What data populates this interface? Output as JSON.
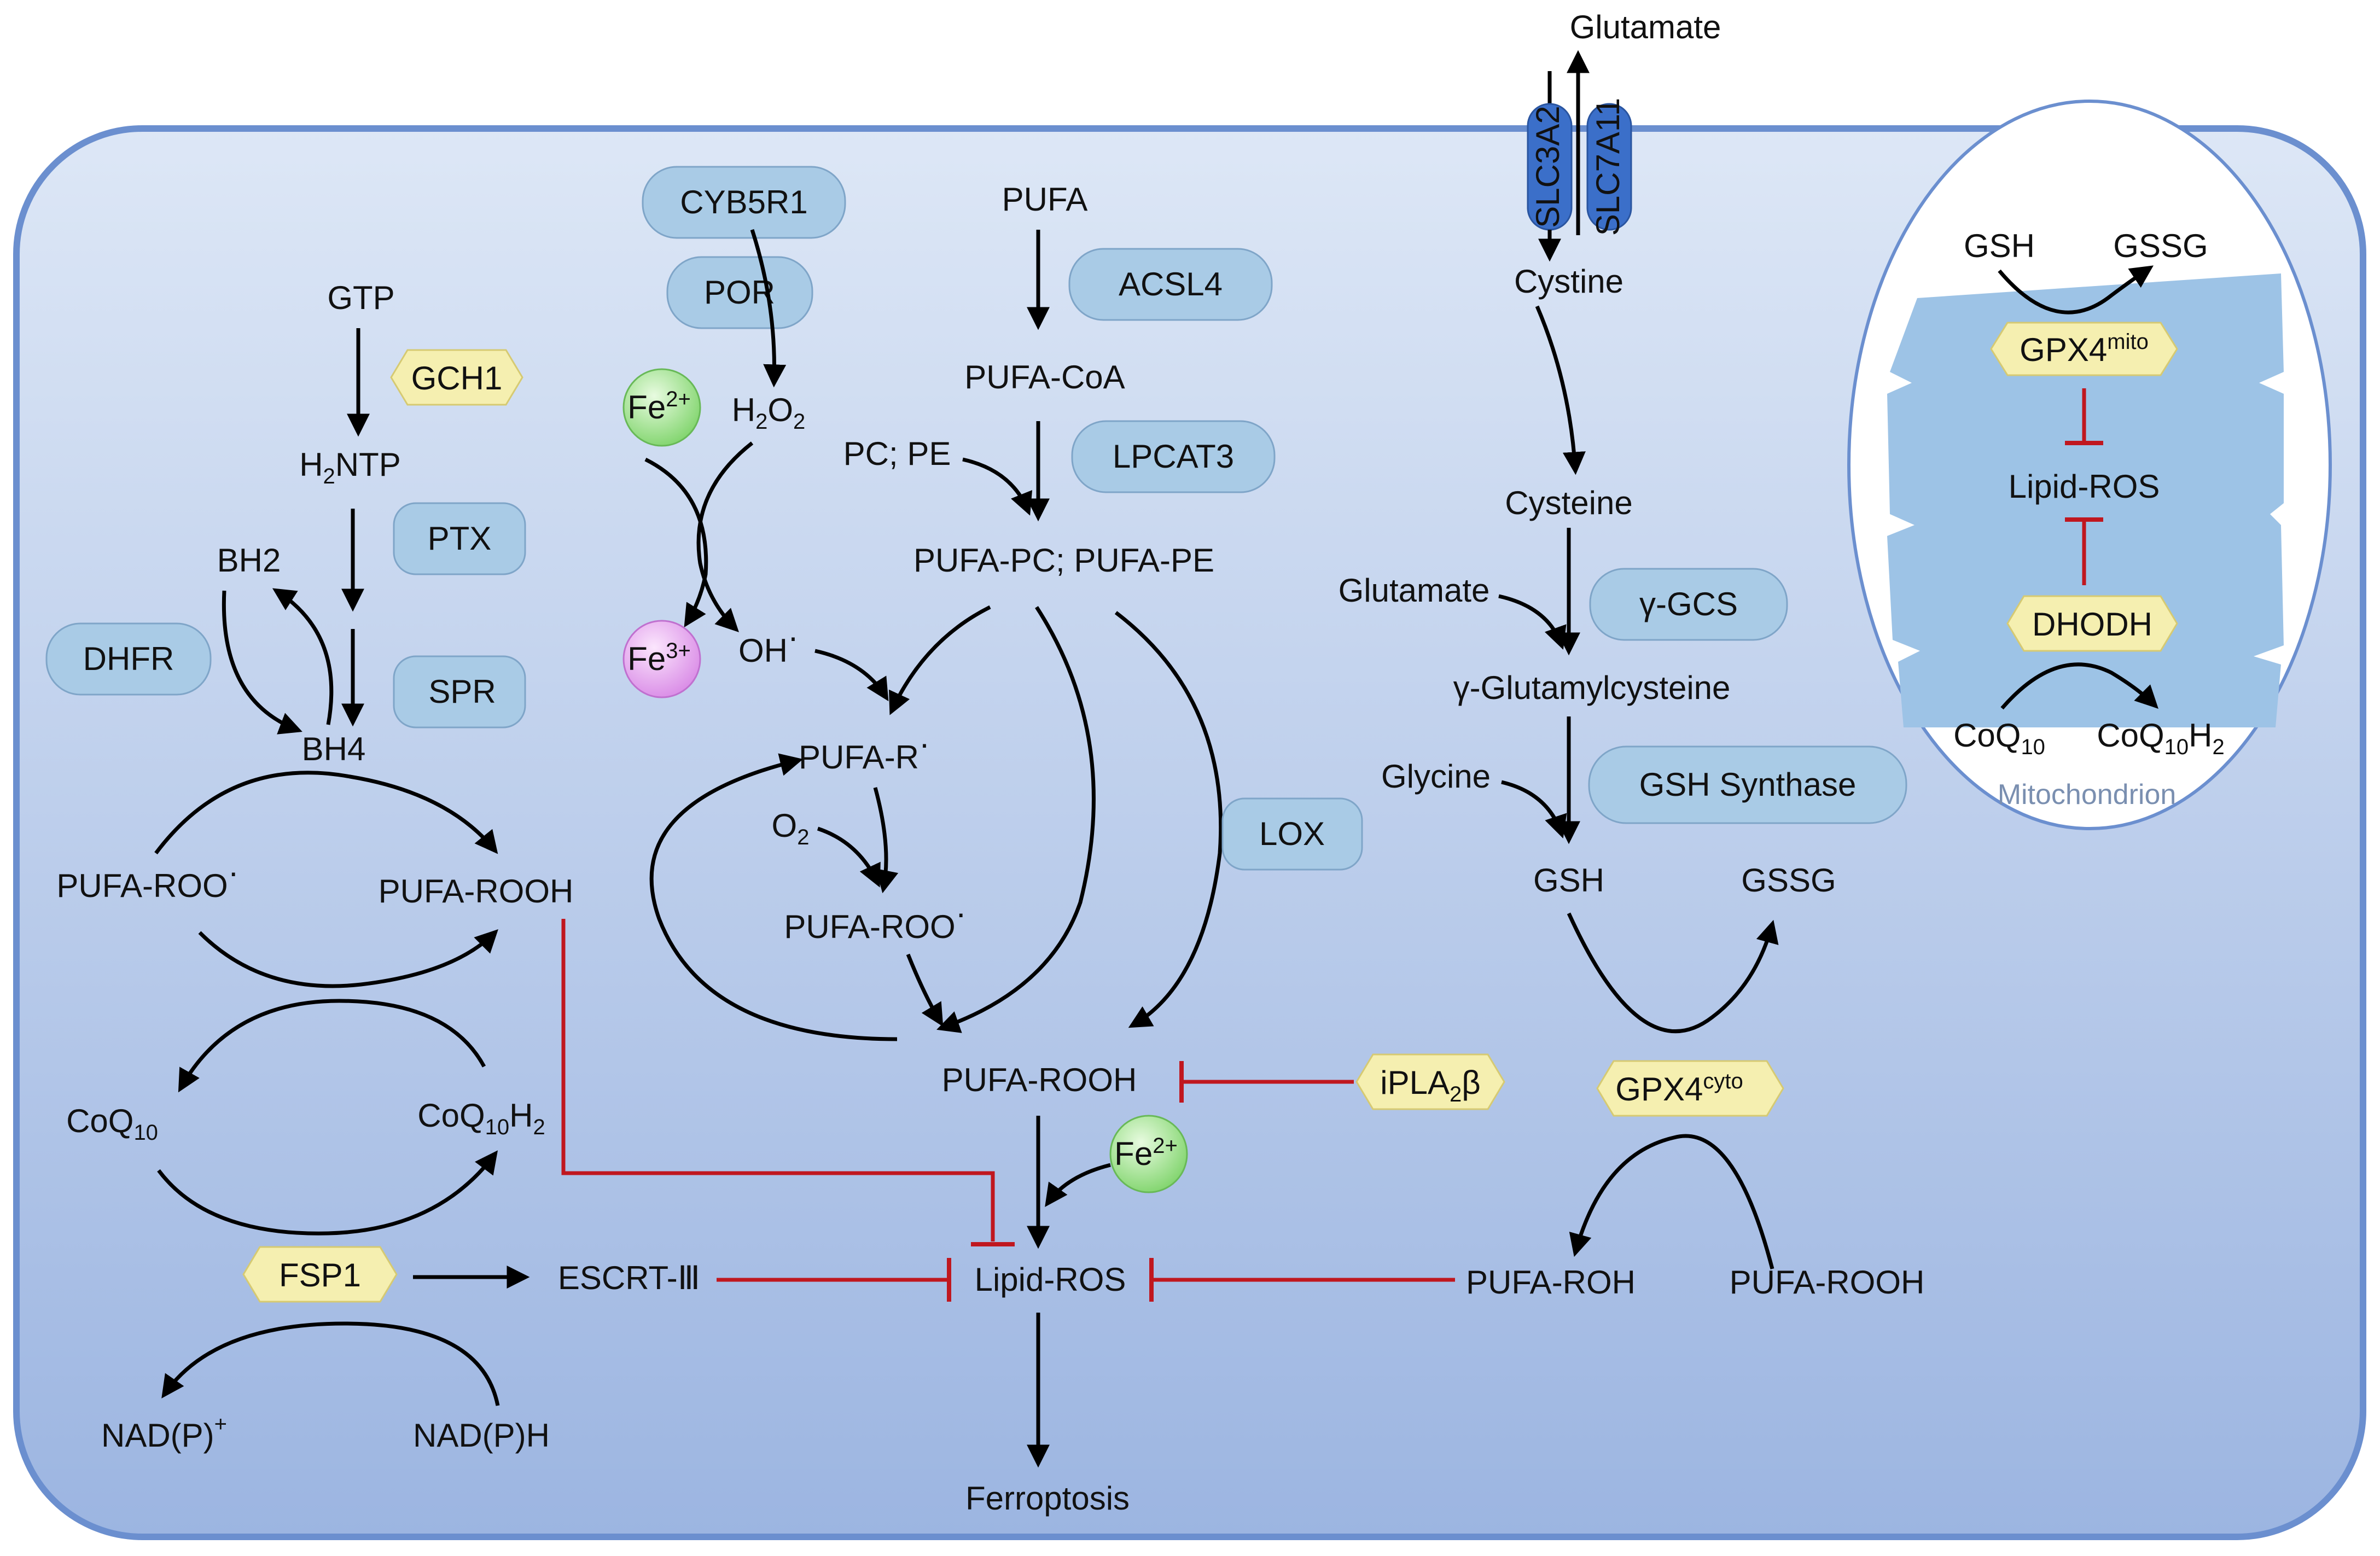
{
  "labels": {
    "glutamate_top": "Glutamate",
    "slc3a2": "SLC3A2",
    "slc7a11": "SLC7A11",
    "cystine": "Cystine",
    "cysteine": "Cysteine",
    "glutamate_mid": "Glutamate",
    "gamma_gcs": "γ-GCS",
    "gamma_glutamylcysteine": "γ-Glutamylcysteine",
    "glycine": "Glycine",
    "gsh_synthase": "GSH Synthase",
    "gsh": "GSH",
    "gssg": "GSSG",
    "gpx4_cyto": "GPX4",
    "gpx4_cyto_sup": "cyto",
    "pufa_roh": "PUFA-ROH",
    "pufa_rooh_right": "PUFA-ROOH",
    "gtp": "GTP",
    "gch1": "GCH1",
    "h2ntp": "NTP",
    "h2ntp_h": "H",
    "h2ntp_sub": "2",
    "ptx": "PTX",
    "bh2": "BH2",
    "dhfr": "DHFR",
    "spr": "SPR",
    "bh4": "BH4",
    "pufa_roo_left": "PUFA-ROO",
    "pufa_rooh_left": "PUFA-ROOH",
    "coq10_left": "CoQ",
    "coq10_sub": "10",
    "coq10h2_left": "CoQ",
    "coq10h2_sub": "10",
    "coq10h2_h": "H",
    "coq10h2_h_sub": "2",
    "fsp1": "FSP1",
    "escrt": "ESCRT-Ⅲ",
    "nadp_plus": "NAD(P)",
    "nadp_plus_sup": "+",
    "nadph": "NAD(P)H",
    "cyb5r1": "CYB5R1",
    "por": "POR",
    "fe2_top": "Fe",
    "fe2_sup": "2+",
    "h2o2_h": "H",
    "h2o2_sub": "2",
    "h2o2_o": "O",
    "h2o2_sub2": "2",
    "fe3": "Fe",
    "fe3_sup": "3+",
    "oh": "OH",
    "pufa": "PUFA",
    "acsl4": "ACSL4",
    "pufa_coa": "PUFA-CoA",
    "pc_pe": "PC; PE",
    "lpcat3": "LPCAT3",
    "pufa_pc_pe": "PUFA-PC; PUFA-PE",
    "pufa_r": "PUFA-R",
    "o2": "O",
    "o2_sub": "2",
    "pufa_roo_mid": "PUFA-ROO",
    "lox": "LOX",
    "pufa_rooh_mid": "PUFA-ROOH",
    "iplа2b_i": "iPLA",
    "ipla2b_sub": "2",
    "ipla2b_b": "β",
    "fe2_bottom": "Fe",
    "fe2_bottom_sup": "2+",
    "lipid_ros": "Lipid-ROS",
    "ferroptosis": "Ferroptosis",
    "mito_gsh": "GSH",
    "mito_gssg": "GSSG",
    "gpx4_mito": "GPX4",
    "gpx4_mito_sup": "mito",
    "mito_lipid_ros": "Lipid-ROS",
    "dhodh": "DHODH",
    "mito_coq10": "CoQ",
    "mito_coq10_sub": "10",
    "mito_coq10h2": "CoQ",
    "mito_coq10h2_sub": "10",
    "mito_coq10h2_h": "H",
    "mito_coq10h2_h_sub": "2",
    "mitochondrion": "Mitochondrion"
  },
  "colors": {
    "cell_fill_top": "#dce6f6",
    "cell_fill_bottom": "#9cb6e2",
    "cell_border": "#6b8fcf",
    "enzyme_pill": "#a9cbe6",
    "regulator_hex": "#f5efb0",
    "transporter": "#3b6fc9",
    "fe2_ball": "#9be08a",
    "fe3_ball": "#e6a8ef",
    "activation_arrow": "#000000",
    "inhibition": "#c0171f",
    "mitochondrion_inner": "#9dc3e6"
  }
}
